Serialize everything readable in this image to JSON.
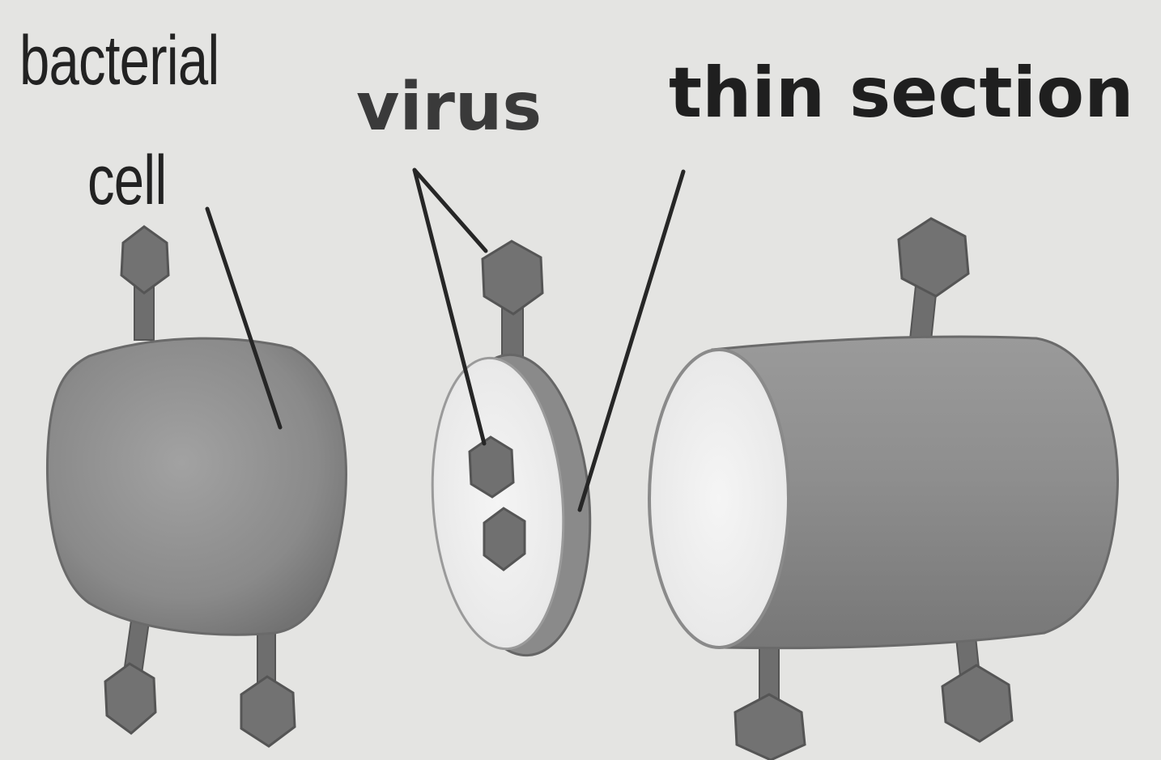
{
  "labels": {
    "bacterial": "bacterial",
    "cell": "cell",
    "virus": "virus",
    "thin_section": "thin section"
  },
  "colors": {
    "background": "#e4e4e2",
    "cell_body": "#8d8d8d",
    "virus": "#727272",
    "cut_face": "#f2f2f2",
    "outline": "#555555",
    "leader_line": "#222222"
  }
}
